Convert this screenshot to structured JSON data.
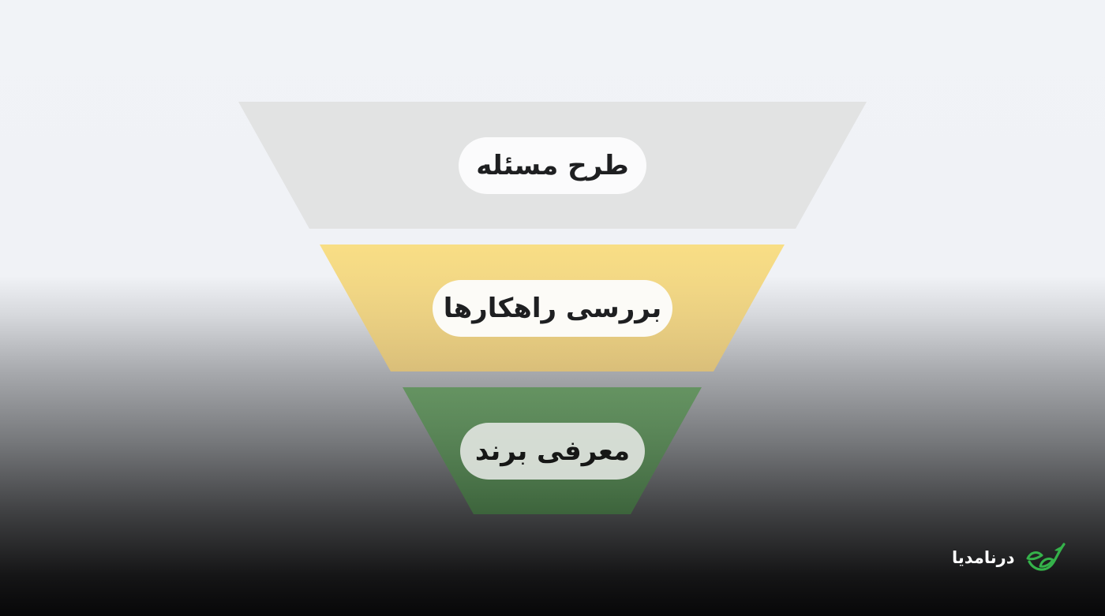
{
  "funnel": {
    "stages": [
      {
        "label": "طرح مسئله",
        "color": "#e0e1e2"
      },
      {
        "label": "بررسی راهکارها",
        "color": "#f9dd7f"
      },
      {
        "label": "معرفی برند",
        "color": "#60925c"
      }
    ]
  },
  "brand": {
    "name": "درنامدیا",
    "logo": "leaf-bird-logo",
    "accent": "#35b24a"
  }
}
